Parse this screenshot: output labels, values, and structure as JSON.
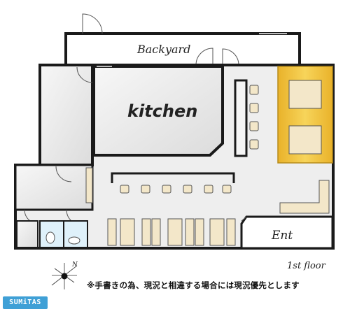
{
  "rooms": {
    "backyard": "Backyard",
    "kitchen": "kitchen",
    "entrance": "Ent"
  },
  "floor_label": "1st floor",
  "note": "※手書きの為、現況と相違する場合には現況優先とします",
  "compass_letter": "N",
  "brand": "SUMiTAS",
  "colors": {
    "wall": "#1a1a1a",
    "floor": "#eeeeee",
    "tatami": "#f2c23a",
    "chair": "#f3e7c9"
  }
}
